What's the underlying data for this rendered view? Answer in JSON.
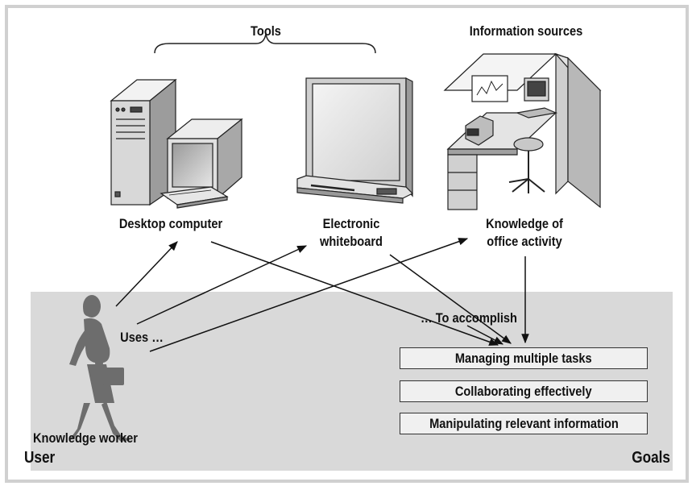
{
  "diagram": {
    "header_tools": "Tools",
    "header_info": "Information sources",
    "tools": [
      {
        "label_line1": "Desktop computer",
        "label_line2": ""
      },
      {
        "label_line1": "Electronic",
        "label_line2": "whiteboard"
      }
    ],
    "info_source": {
      "label_line1": "Knowledge of",
      "label_line2": "office activity"
    },
    "uses_text": "Uses …",
    "accomplish_text": "… To accomplish",
    "user_caption": "Knowledge worker",
    "user_label": "User",
    "goals_label": "Goals",
    "goals": [
      "Managing multiple tasks",
      "Collaborating effectively",
      "Manipulating relevant information"
    ],
    "icons": [
      "desktop-computer-icon",
      "electronic-whiteboard-icon",
      "office-cubicle-icon",
      "knowledge-worker-silhouette-icon"
    ]
  }
}
